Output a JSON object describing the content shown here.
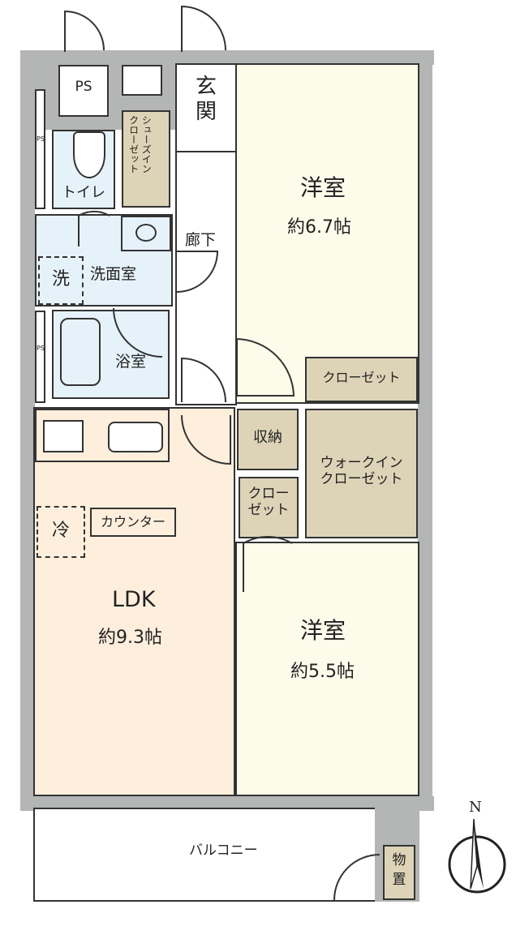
{
  "rooms": {
    "ps_top": "PS",
    "ps_side_1": "PS",
    "ps_side_2": "PS",
    "entrance": "玄関",
    "shoe_closet": "シューズイン\nクローゼット",
    "toilet": "トイレ",
    "hallway": "廊下",
    "washer": "洗",
    "washroom": "洗面室",
    "bath": "浴室",
    "western1_name": "洋室",
    "western1_size": "約6.7帖",
    "closet1": "クローゼット",
    "storage": "収納",
    "walk_in_closet": "ウォークイン\nクローゼット",
    "closet2": "クロー\nゼット",
    "fridge": "冷",
    "counter": "カウンター",
    "ldk_name": "LDK",
    "ldk_size": "約9.3帖",
    "western2_name": "洋室",
    "western2_size": "約5.5帖",
    "balcony": "バルコニー",
    "outdoor_storage": "物\n置"
  },
  "compass": {
    "label": "N"
  },
  "colors": {
    "wall": "#b4b6b6",
    "ldk": "#fdefdc",
    "western": "#fdfbea",
    "closet": "#ddd4b8",
    "water": "#e6f2fa"
  }
}
